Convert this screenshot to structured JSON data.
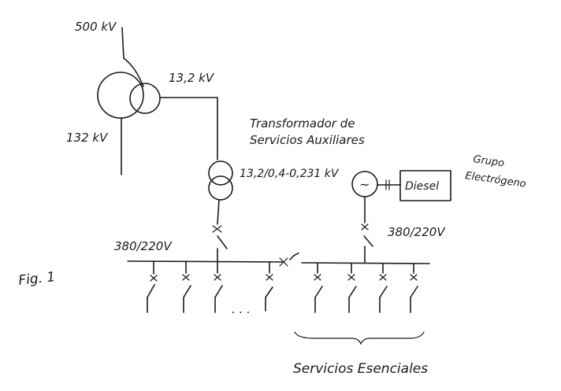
{
  "diagram": {
    "labels": {
      "voltage_500": "500 kV",
      "voltage_132": "132 kV",
      "voltage_13_2": "13,2 kV",
      "aux_transformer_line1": "Transformador de",
      "aux_transformer_line2": "Servicios Auxiliares",
      "aux_transformer_ratio": "13,2/0,4-0,231 kV",
      "genset_line1": "Grupo",
      "genset_line2": "Electrógeno",
      "diesel": "Diesel",
      "bus_voltage_left": "380/220V",
      "bus_voltage_right": "380/220V",
      "ellipsis": ". . .",
      "essential_services": "Servicios Esenciales",
      "figure_label": "Fig. 1"
    },
    "symbols": {
      "generator": "~"
    }
  }
}
